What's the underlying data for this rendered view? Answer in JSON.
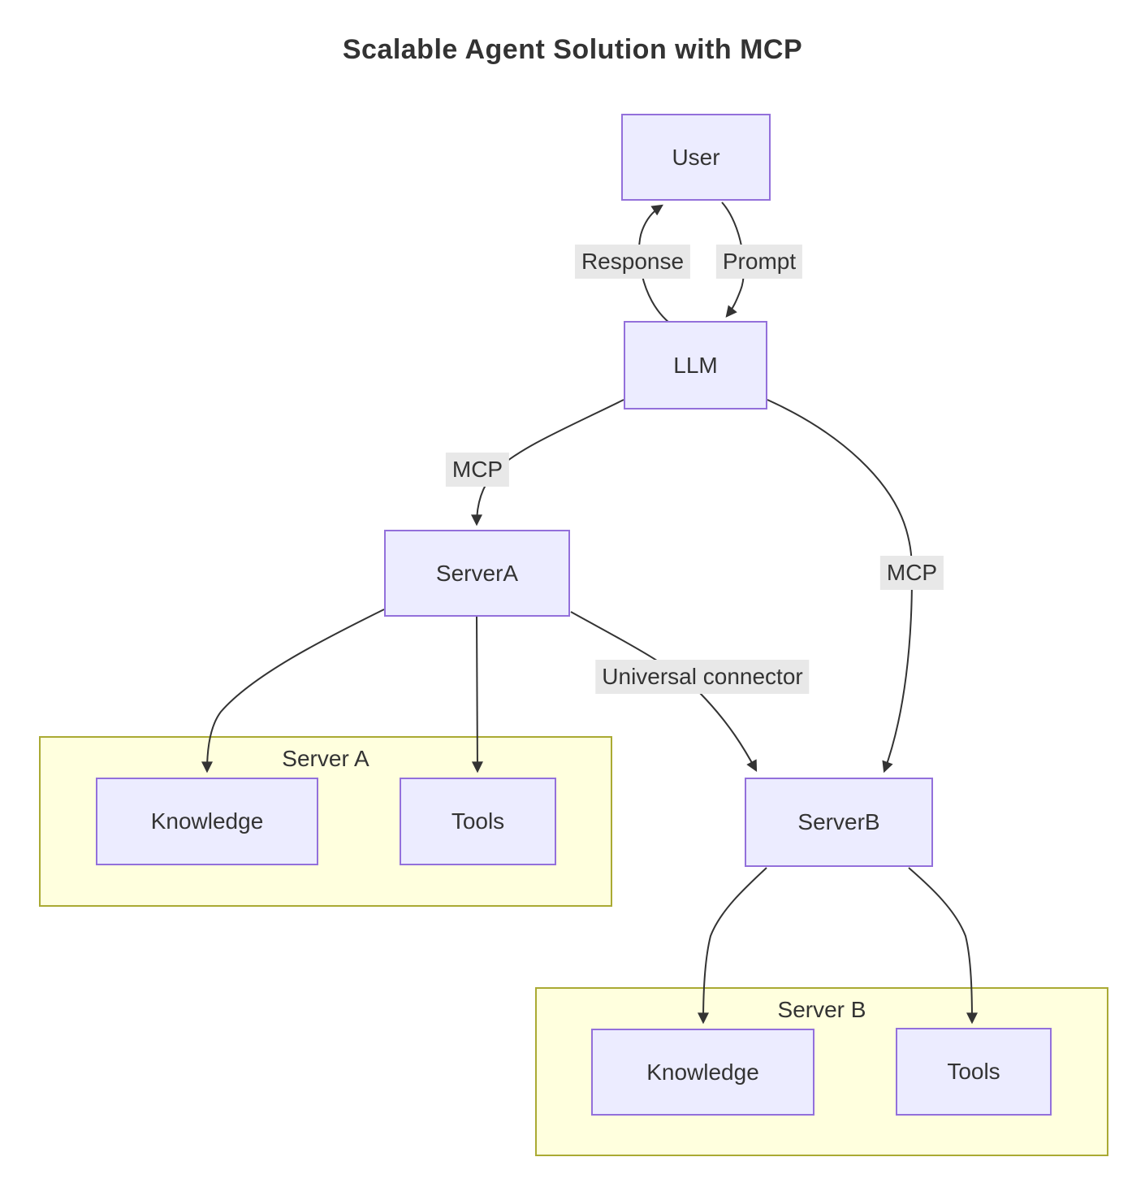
{
  "diagram": {
    "type": "flowchart",
    "title": "Scalable Agent Solution with MCP",
    "nodes": {
      "user": {
        "label": "User"
      },
      "llm": {
        "label": "LLM"
      },
      "server_a": {
        "label": "ServerA"
      },
      "server_b": {
        "label": "ServerB"
      },
      "knowledge_a": {
        "label": "Knowledge"
      },
      "tools_a": {
        "label": "Tools"
      },
      "knowledge_b": {
        "label": "Knowledge"
      },
      "tools_b": {
        "label": "Tools"
      }
    },
    "subgraphs": {
      "server_a": {
        "label": "Server A"
      },
      "server_b": {
        "label": "Server B"
      }
    },
    "edges": [
      {
        "from": "LLM",
        "to": "User",
        "label": "Response"
      },
      {
        "from": "User",
        "to": "LLM",
        "label": "Prompt"
      },
      {
        "from": "LLM",
        "to": "ServerA",
        "label": "MCP"
      },
      {
        "from": "LLM",
        "to": "ServerB",
        "label": "MCP"
      },
      {
        "from": "ServerA",
        "to": "ServerB",
        "label": "Universal connector"
      },
      {
        "from": "ServerA",
        "to": "Knowledge (Server A)",
        "label": ""
      },
      {
        "from": "ServerA",
        "to": "Tools (Server A)",
        "label": ""
      },
      {
        "from": "ServerB",
        "to": "Knowledge (Server B)",
        "label": ""
      },
      {
        "from": "ServerB",
        "to": "Tools (Server B)",
        "label": ""
      }
    ],
    "colors": {
      "node_fill": "#ECECFF",
      "node_border": "#9370DB",
      "subgraph_fill": "#ffffde",
      "subgraph_border": "#aaaa33",
      "edge_stroke": "#333333",
      "edge_label_bg": "#e8e8e8",
      "text_color": "#333333"
    }
  }
}
